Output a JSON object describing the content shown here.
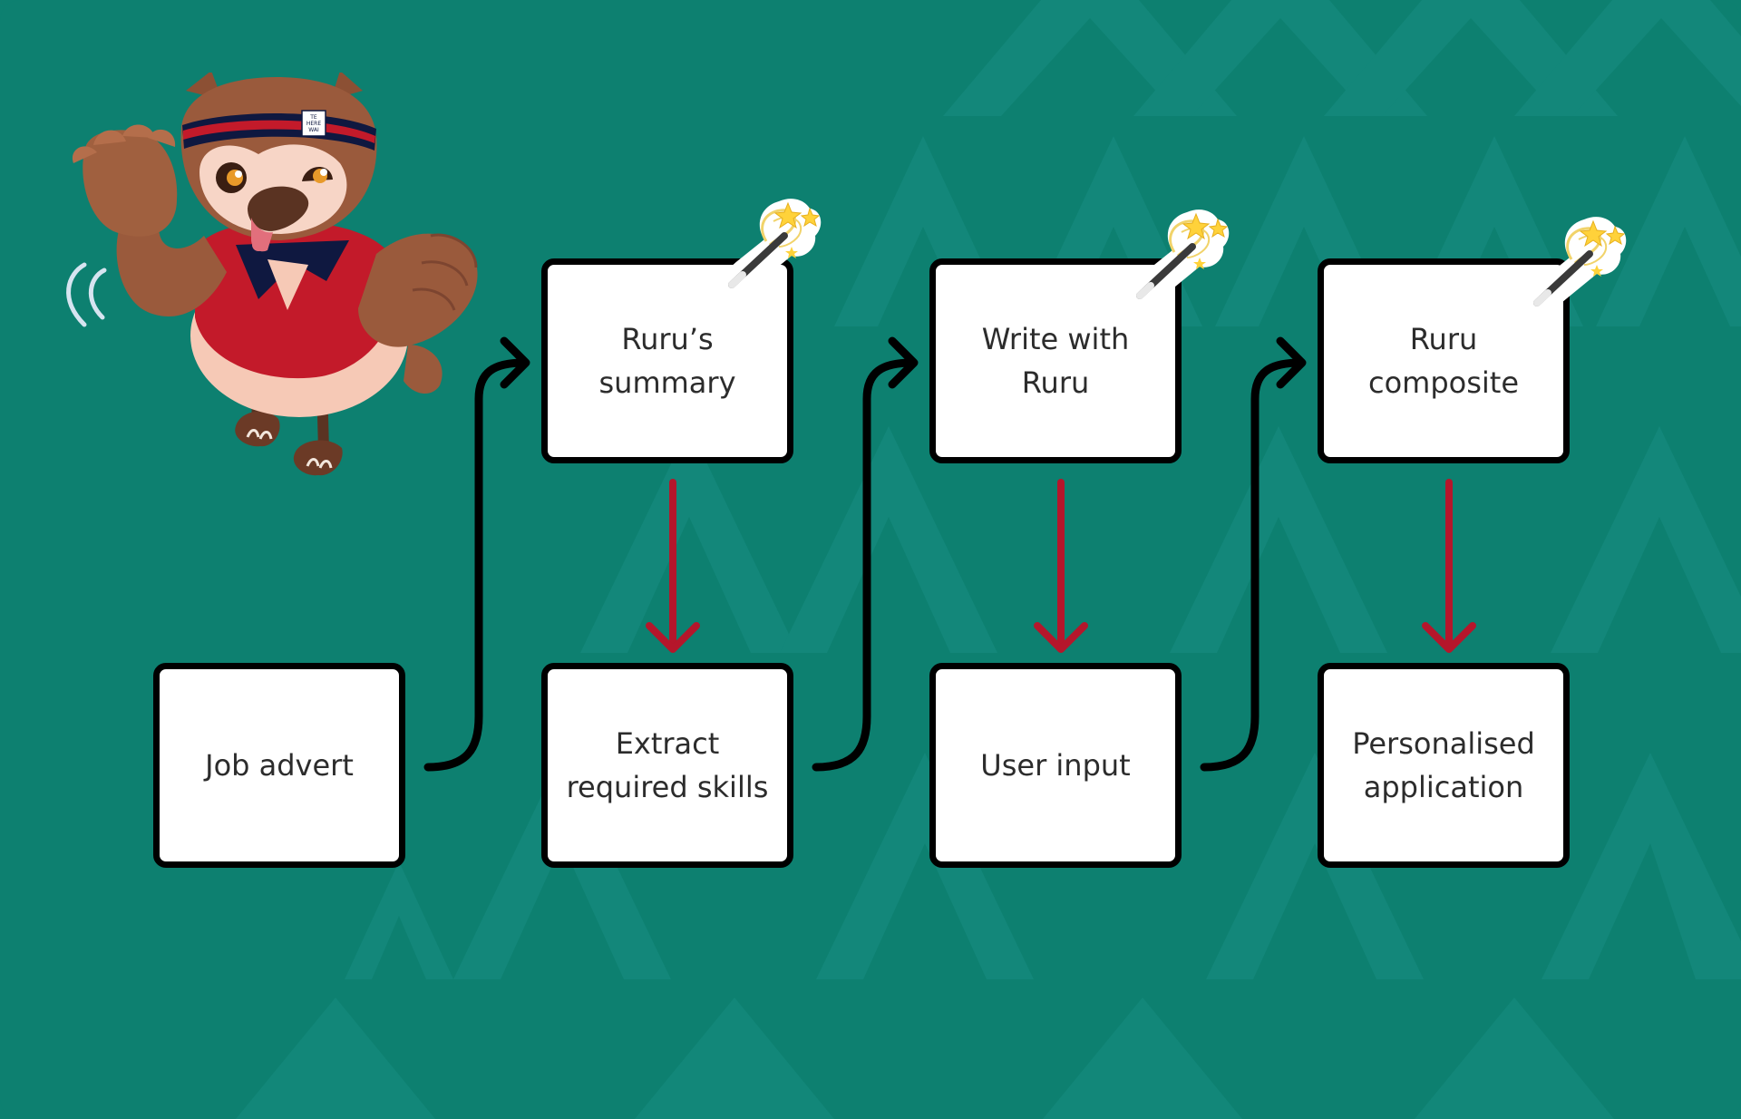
{
  "colors": {
    "background": "#0d8070",
    "pattern": "#13877a",
    "box_fill": "#ffffff",
    "box_border": "#000000",
    "flow_arrow": "#000000",
    "down_arrow": "#b5162b",
    "text": "#2c2c2c"
  },
  "boxes": {
    "job_advert": "Job advert",
    "extract_skills": "Extract\nrequired skills",
    "user_input": "User input",
    "personalised_application": "Personalised\napplication",
    "rurus_summary": "Ruru’s\nsummary",
    "write_with_ruru": "Write with\nRuru",
    "ruru_composite": "Ruru\ncomposite"
  },
  "icons": {
    "mascot": "owl-mascot-icon",
    "ai_marker": "magic-wand-icon"
  },
  "mascot_badge": [
    "TE",
    "HERE",
    "WAI"
  ]
}
